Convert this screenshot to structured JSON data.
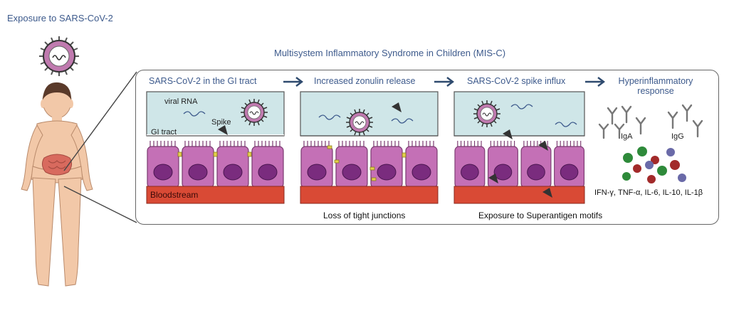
{
  "exposure_label": "Exposure to SARS-CoV-2",
  "main_title": "Multisystem Inflammatory Syndrome in Children (MIS-C)",
  "panels": [
    {
      "title": "SARS-CoV-2 in the GI tract",
      "labels": {
        "viral_rna": "viral RNA",
        "spike": "Spike",
        "gi_tract": "GI tract",
        "bloodstream": "Bloodstream"
      }
    },
    {
      "title": "Increased zonulin release",
      "caption": "Loss of tight junctions"
    },
    {
      "title": "SARS-CoV-2 spike influx",
      "caption": "Exposure to Superantigen motifs"
    },
    {
      "title_line1": "Hyperinflammatory",
      "title_line2": "response",
      "iga": "IgA",
      "igg": "IgG",
      "cytokines": "IFN-γ, TNF-α, IL-6, IL-10, IL-1β"
    }
  ],
  "colors": {
    "title_blue": "#3d5a8c",
    "lumen": "#cfe6e8",
    "cell": "#c470b6",
    "nucleus": "#7a2c7e",
    "blood": "#d94a35",
    "skin": "#f2c8a8"
  }
}
